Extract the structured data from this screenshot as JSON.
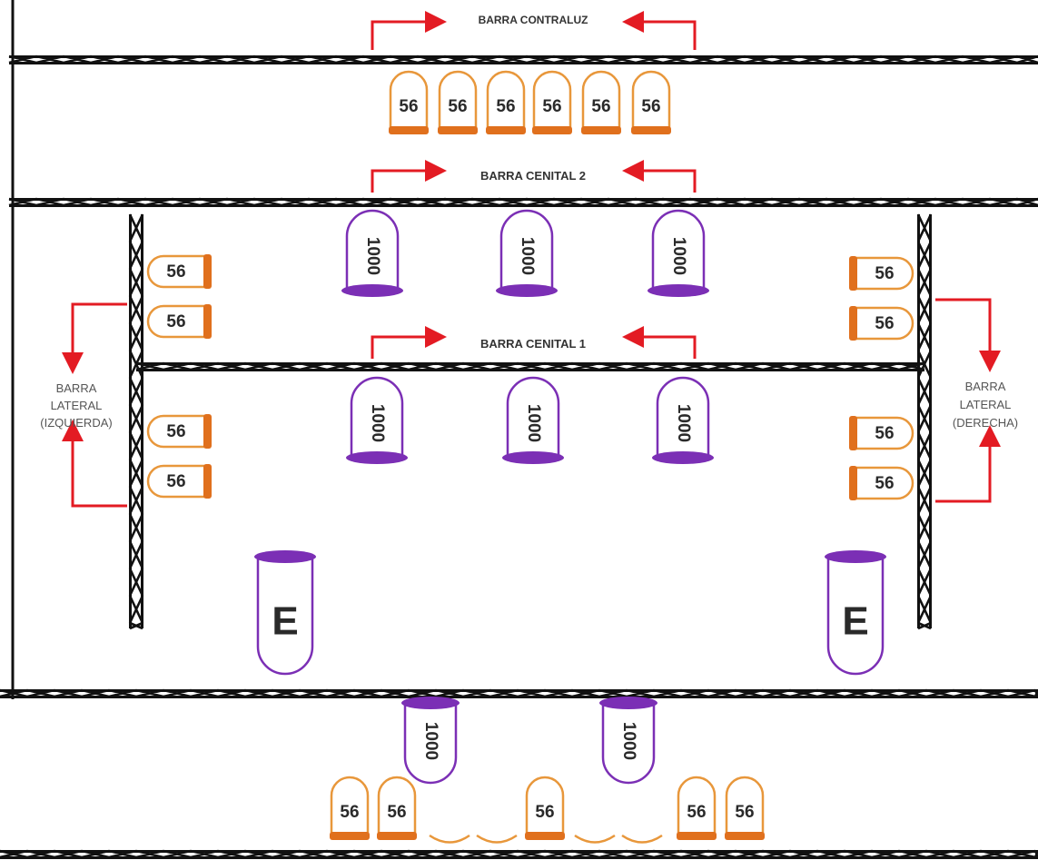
{
  "bars": {
    "contraluz": "BARRA CONTRALUZ",
    "cenital2": "BARRA CENITAL 2",
    "cenital1": "BARRA CENITAL 1",
    "lateral_izq": [
      "BARRA",
      "LATERAL",
      "(IZQUIERDA)"
    ],
    "lateral_der": [
      "BARRA",
      "LATERAL",
      "(DERECHA)"
    ]
  },
  "fixtures": {
    "par56_label": "56",
    "par1000_label": "1000",
    "elipsoidal_label": "E"
  },
  "colors": {
    "truss": "#111111",
    "arrow": "#e31b23",
    "par56_outline": "#e8973b",
    "par56_cap": "#e0701d",
    "fixture1000": "#7b2fb5"
  }
}
